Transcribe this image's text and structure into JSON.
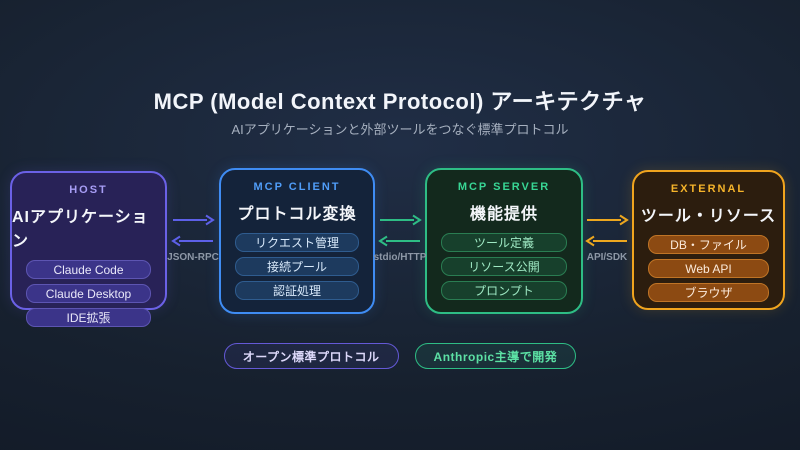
{
  "header": {
    "title": "MCP (Model Context Protocol) アーキテクチャ",
    "subtitle": "AIアプリケーションと外部ツールをつなぐ標準プロトコル"
  },
  "boxes": [
    {
      "id": "host",
      "label": "HOST",
      "title": "AIアプリケーション",
      "items": [
        "Claude Code",
        "Claude Desktop",
        "IDE拡張"
      ],
      "accent_color": "#6b61e6"
    },
    {
      "id": "mcp-client",
      "label": "MCP CLIENT",
      "title": "プロトコル変換",
      "items": [
        "リクエスト管理",
        "接続プール",
        "認証処理"
      ],
      "accent_color": "#3f8cf3"
    },
    {
      "id": "mcp-server",
      "label": "MCP SERVER",
      "title": "機能提供",
      "items": [
        "ツール定義",
        "リソース公開",
        "プロンプト"
      ],
      "accent_color": "#2ebd85"
    },
    {
      "id": "external",
      "label": "EXTERNAL",
      "title": "ツール・リソース",
      "items": [
        "DB・ファイル",
        "Web API",
        "ブラウザ"
      ],
      "accent_color": "#f0a41e"
    }
  ],
  "connectors": [
    {
      "label": "JSON-RPC",
      "direction": "bidirectional",
      "color": "#5d60e8"
    },
    {
      "label": "stdio/HTTP",
      "direction": "bidirectional",
      "color": "#2ebd85"
    },
    {
      "label": "API/SDK",
      "direction": "bidirectional",
      "color": "#eda71f"
    }
  ],
  "badges": [
    {
      "label": "オープン標準プロトコル",
      "accent_color": "#6459d6"
    },
    {
      "label": "Anthropic主導で開発",
      "accent_color": "#2ebd85"
    }
  ]
}
